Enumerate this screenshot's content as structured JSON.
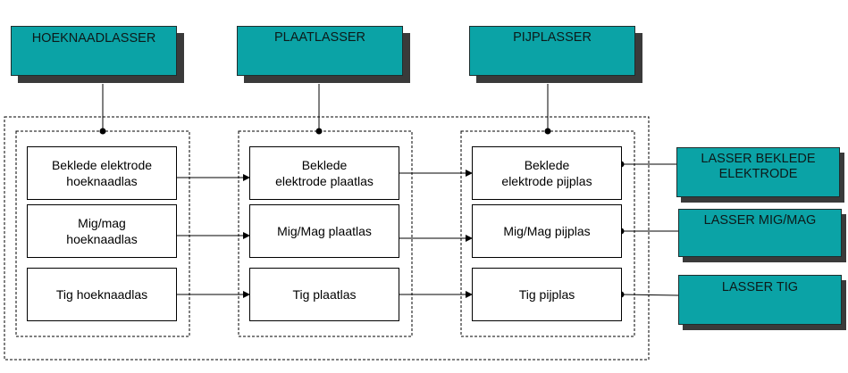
{
  "top_notes": {
    "hoeknaadlasser": "HOEKNAADLASSER",
    "plaatlasser": "PLAATLASSER",
    "pijplasser": "PIJPLASSER"
  },
  "right_notes": {
    "beklede": "LASSER BEKLEDE\nELEKTRODE",
    "migmag": "LASSER MIG/MAG",
    "tig": "LASSER TIG"
  },
  "columns": {
    "hoeknaadlas": {
      "beklede": "Beklede elektrode\nhoeknaadlas",
      "migmag": "Mig/mag\nhoeknaadlas",
      "tig": "Tig hoeknaadlas"
    },
    "plaatlas": {
      "beklede": "Beklede\nelektrode plaatlas",
      "migmag": "Mig/Mag plaatlas",
      "tig": "Tig plaatlas"
    },
    "pijplas": {
      "beklede": "Beklede\nelektrode pijplas",
      "migmag": "Mig/Mag pijplas",
      "tig": "Tig pijplas"
    }
  },
  "colors": {
    "note_fill": "#0ba3a6",
    "shadow": "#3a3a3a"
  }
}
